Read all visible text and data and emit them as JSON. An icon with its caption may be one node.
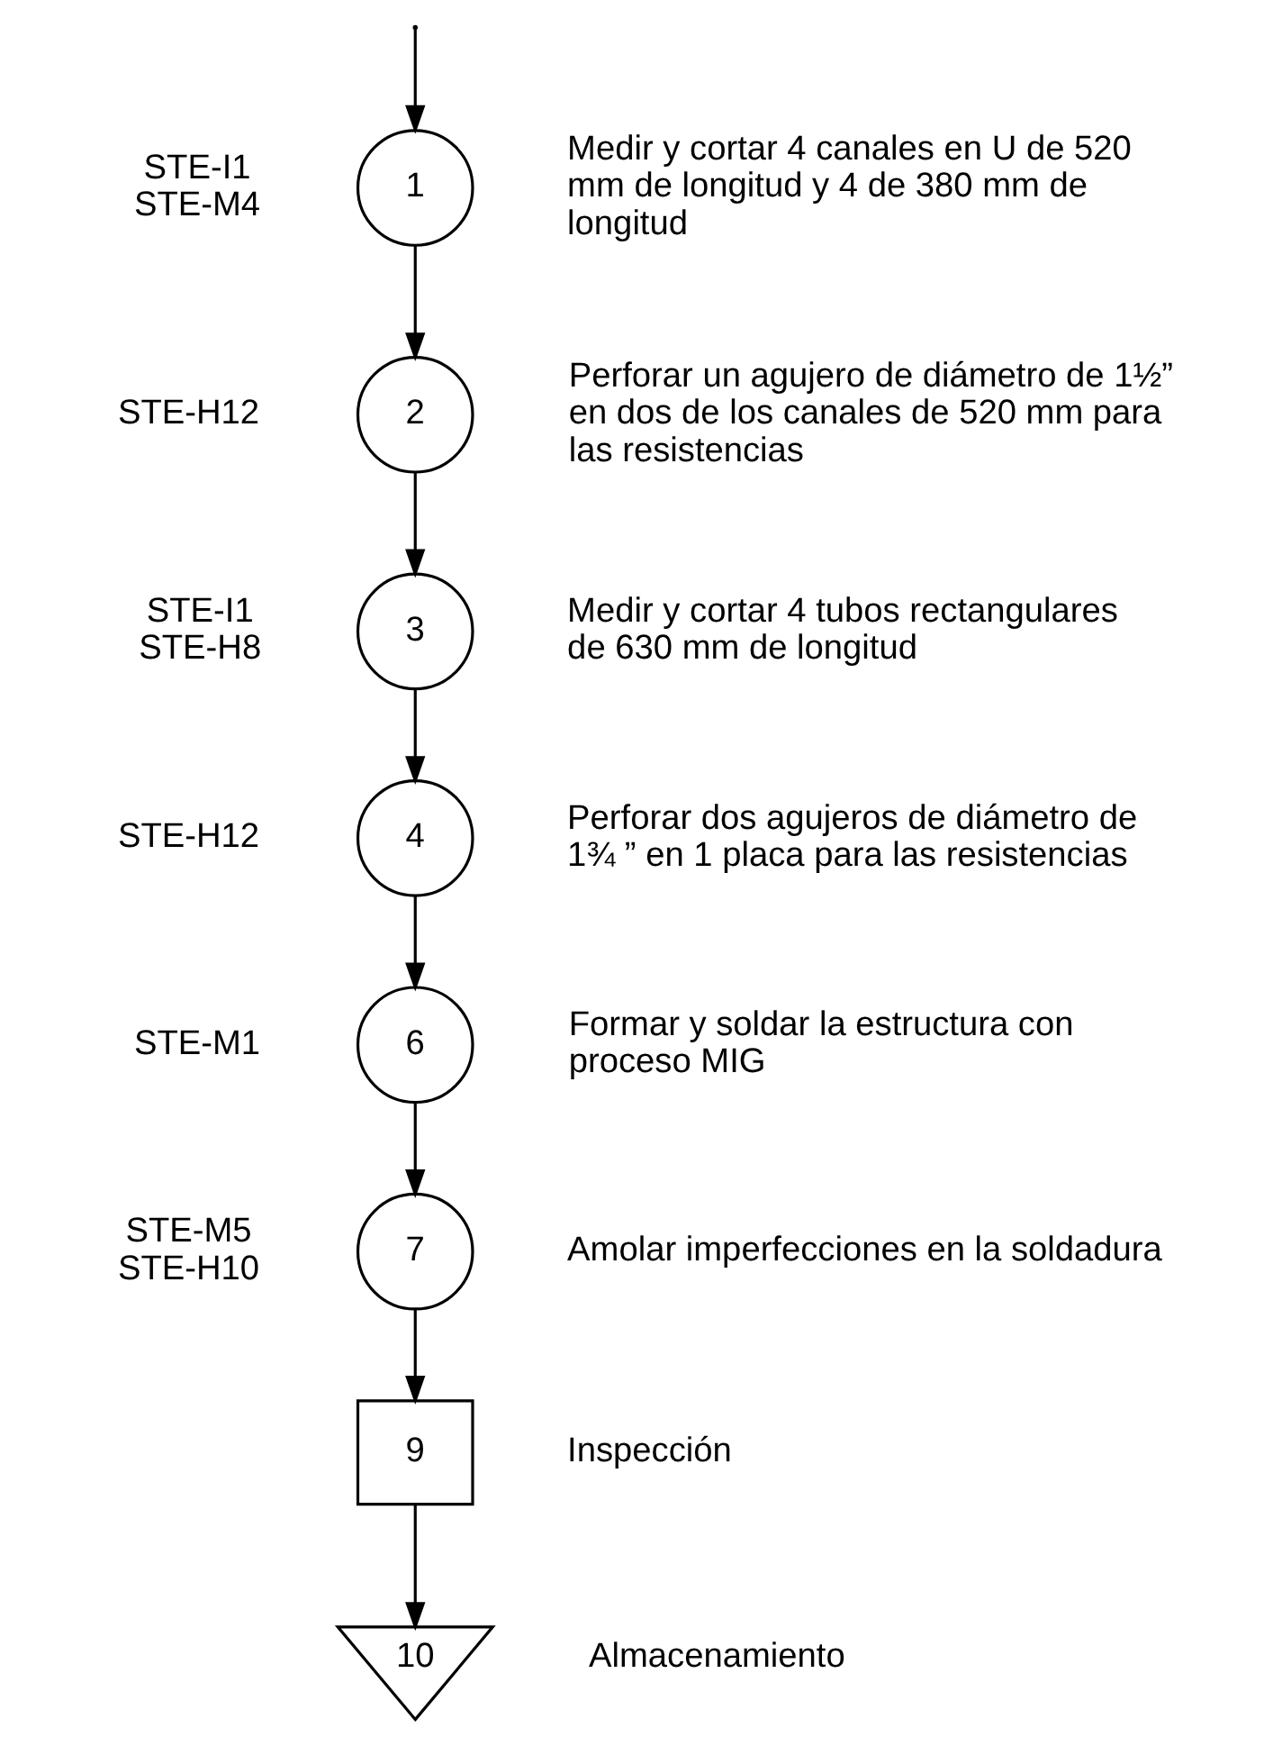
{
  "diagram": {
    "nodes": [
      {
        "text": [
          "1"
        ],
        "beside": [
          "STE-I1 STE-M4",
          "Medir y cortar 4 canales en U de 520 mm de longitud y 4 de 380 mm de longitud"
        ]
      },
      {
        "text": [
          "2"
        ],
        "beside": [
          "STE-H12",
          "Perforar un agujero de diámetro de 1½” en dos de los canales de 520 mm para las resistencias"
        ]
      },
      {
        "text": [
          "3"
        ],
        "beside": [
          "STE-I1 STE-H8",
          "Medir y cortar 4 tubos rectangulares de 630 mm de longitud"
        ]
      },
      {
        "text": [
          "4"
        ],
        "beside": [
          "STE-H12",
          "Perforar dos agujeros de diámetro de 1¾ ” en 1 placa para las resistencias"
        ]
      },
      {
        "text": [
          "6"
        ],
        "beside": [
          "STE-M1",
          "Formar y soldar la estructura con proceso MIG"
        ]
      },
      {
        "text": [
          "7"
        ],
        "beside": [
          "STE-M5 STE-H10",
          "Amolar imperfecciones en la soldadura"
        ]
      },
      {
        "text": [
          "9"
        ],
        "beside": [
          "Inspección"
        ]
      },
      {
        "text": [
          "10"
        ],
        "beside": [
          "Almacenamiento"
        ]
      }
    ],
    "edges": [
      {
        "from": null,
        "to": 0,
        "arrow": "to"
      },
      {
        "from": 0,
        "to": 1,
        "arrow": "to"
      },
      {
        "from": 1,
        "to": 2,
        "arrow": "to"
      },
      {
        "from": 2,
        "to": 3,
        "arrow": "to"
      },
      {
        "from": 3,
        "to": 4,
        "arrow": "to"
      },
      {
        "from": 4,
        "to": 5,
        "arrow": "to"
      },
      {
        "from": 5,
        "to": 6,
        "arrow": "to"
      },
      {
        "from": 6,
        "to": 7,
        "arrow": "to"
      }
    ]
  }
}
